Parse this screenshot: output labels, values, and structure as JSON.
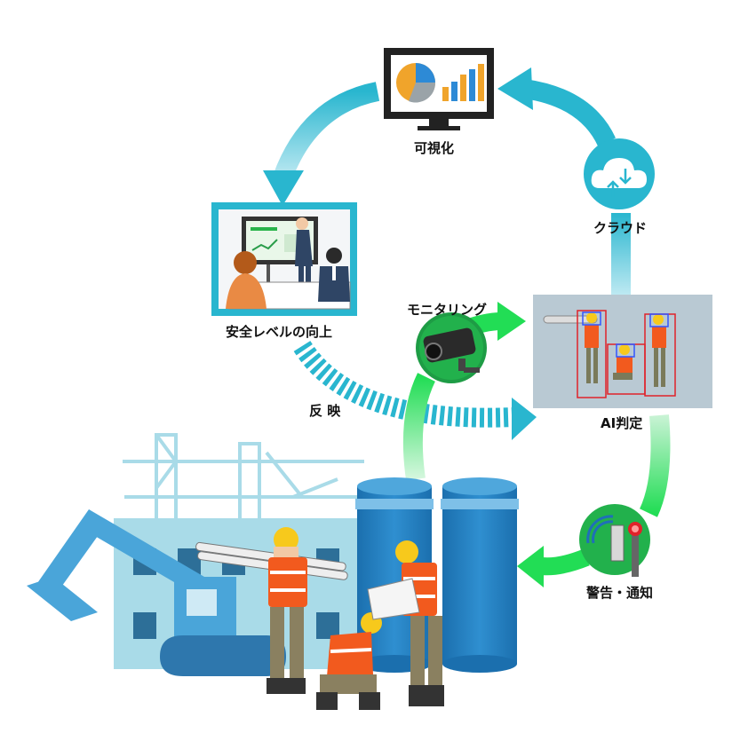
{
  "labels": {
    "visualization": "可視化",
    "cloud": "クラウド",
    "safety_improvement": "安全レベルの向上",
    "monitoring": "モニタリング",
    "ai_judgment": "AI判定",
    "reflection": "反 映",
    "alert_notification": "警告・通知"
  },
  "colors": {
    "cycle_teal": "#29b6cf",
    "cycle_green": "#22dd55",
    "dark_blue": "#1e7dbf",
    "light_blue": "#a9dbe8",
    "vest_orange": "#f25a1e",
    "helmet_yellow": "#f7c91c",
    "detection_red": "#e0222a"
  },
  "icons": [
    "monitor-chart-icon",
    "cloud-sync-icon",
    "meeting-scene",
    "camera-icon",
    "ai-detection-panel",
    "alarm-device-icon",
    "construction-site-scene"
  ]
}
